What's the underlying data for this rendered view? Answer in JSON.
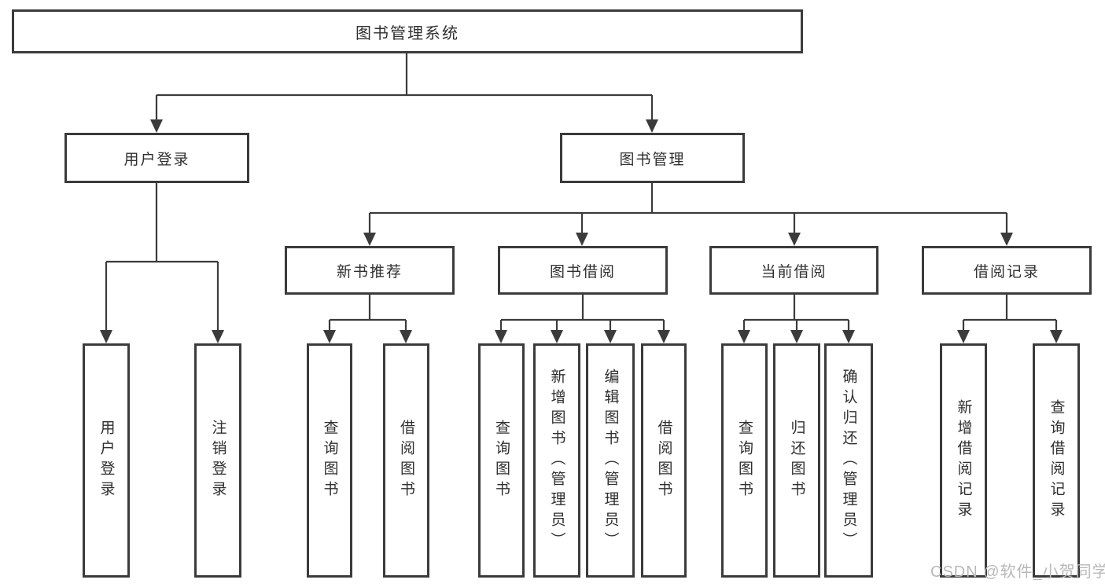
{
  "tree": {
    "root": "图书管理系统",
    "branches": [
      {
        "label": "用户登录",
        "children": [
          {
            "label": "用户登录"
          },
          {
            "label": "注销登录"
          }
        ]
      },
      {
        "label": "图书管理",
        "sections": [
          {
            "label": "新书推荐",
            "children": [
              {
                "label": "查询图书"
              },
              {
                "label": "借阅图书"
              }
            ]
          },
          {
            "label": "图书借阅",
            "children": [
              {
                "label": "查询图书"
              },
              {
                "label": "新增图书（管理员）"
              },
              {
                "label": "编辑图书（管理员）"
              },
              {
                "label": "借阅图书"
              }
            ]
          },
          {
            "label": "当前借阅",
            "children": [
              {
                "label": "查询图书"
              },
              {
                "label": "归还图书"
              },
              {
                "label": "确认归还（管理员）"
              }
            ]
          },
          {
            "label": "借阅记录",
            "children": [
              {
                "label": "新增借阅记录"
              },
              {
                "label": "查询借阅记录"
              }
            ]
          }
        ]
      }
    ]
  },
  "watermark": "CSDN @软件_小贺同学",
  "colors": {
    "line": "#3b3b3b",
    "box_border": "#3b3b3b",
    "text": "#2f2f2f",
    "watermark": "#b8b8b8",
    "background": "#ffffff"
  }
}
